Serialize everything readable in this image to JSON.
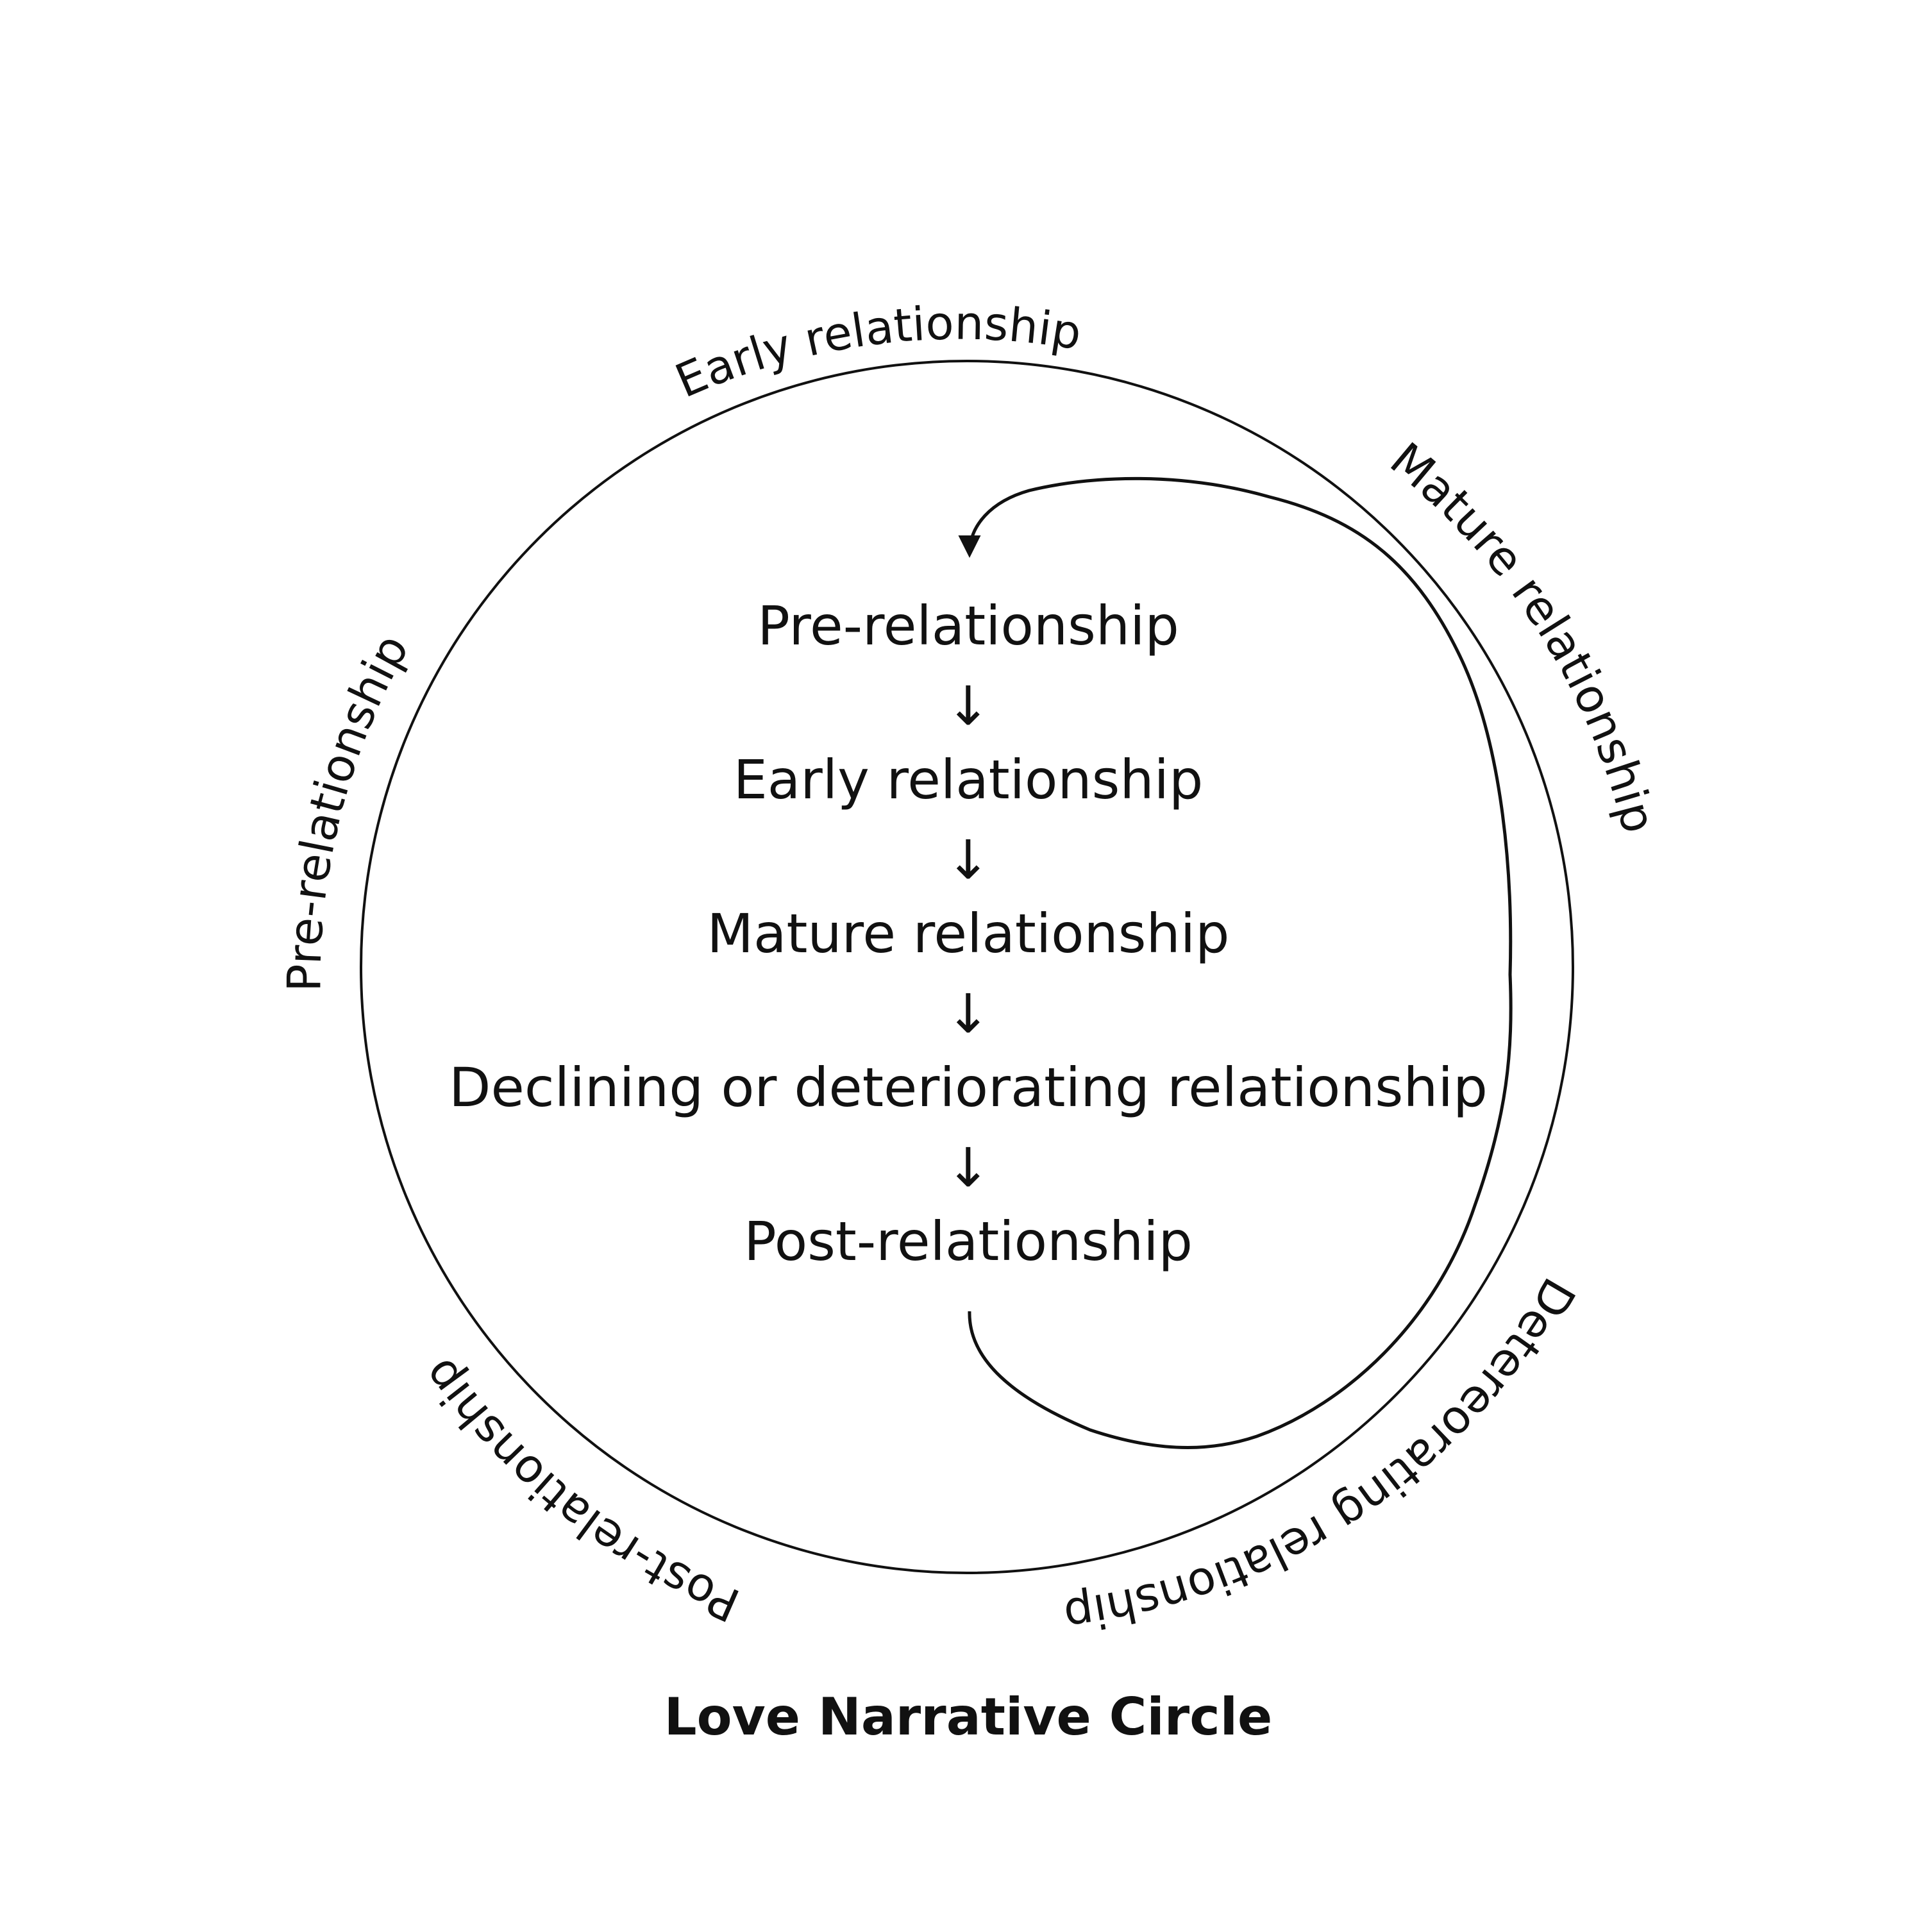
{
  "caption": "Love Narrative Circle",
  "ring_labels": [
    "Early relationship",
    "Mature relationship",
    "Detereorating relationship",
    "Post-relationship",
    "Pre-relationship"
  ],
  "stages": [
    "Pre-relationship",
    "Early relationship",
    "Mature relationship",
    "Declining or deteriorating relationship",
    "Post-relationship"
  ],
  "arrow_glyph": "↓",
  "colors": {
    "ink": "#111111",
    "background": "#ffffff"
  }
}
